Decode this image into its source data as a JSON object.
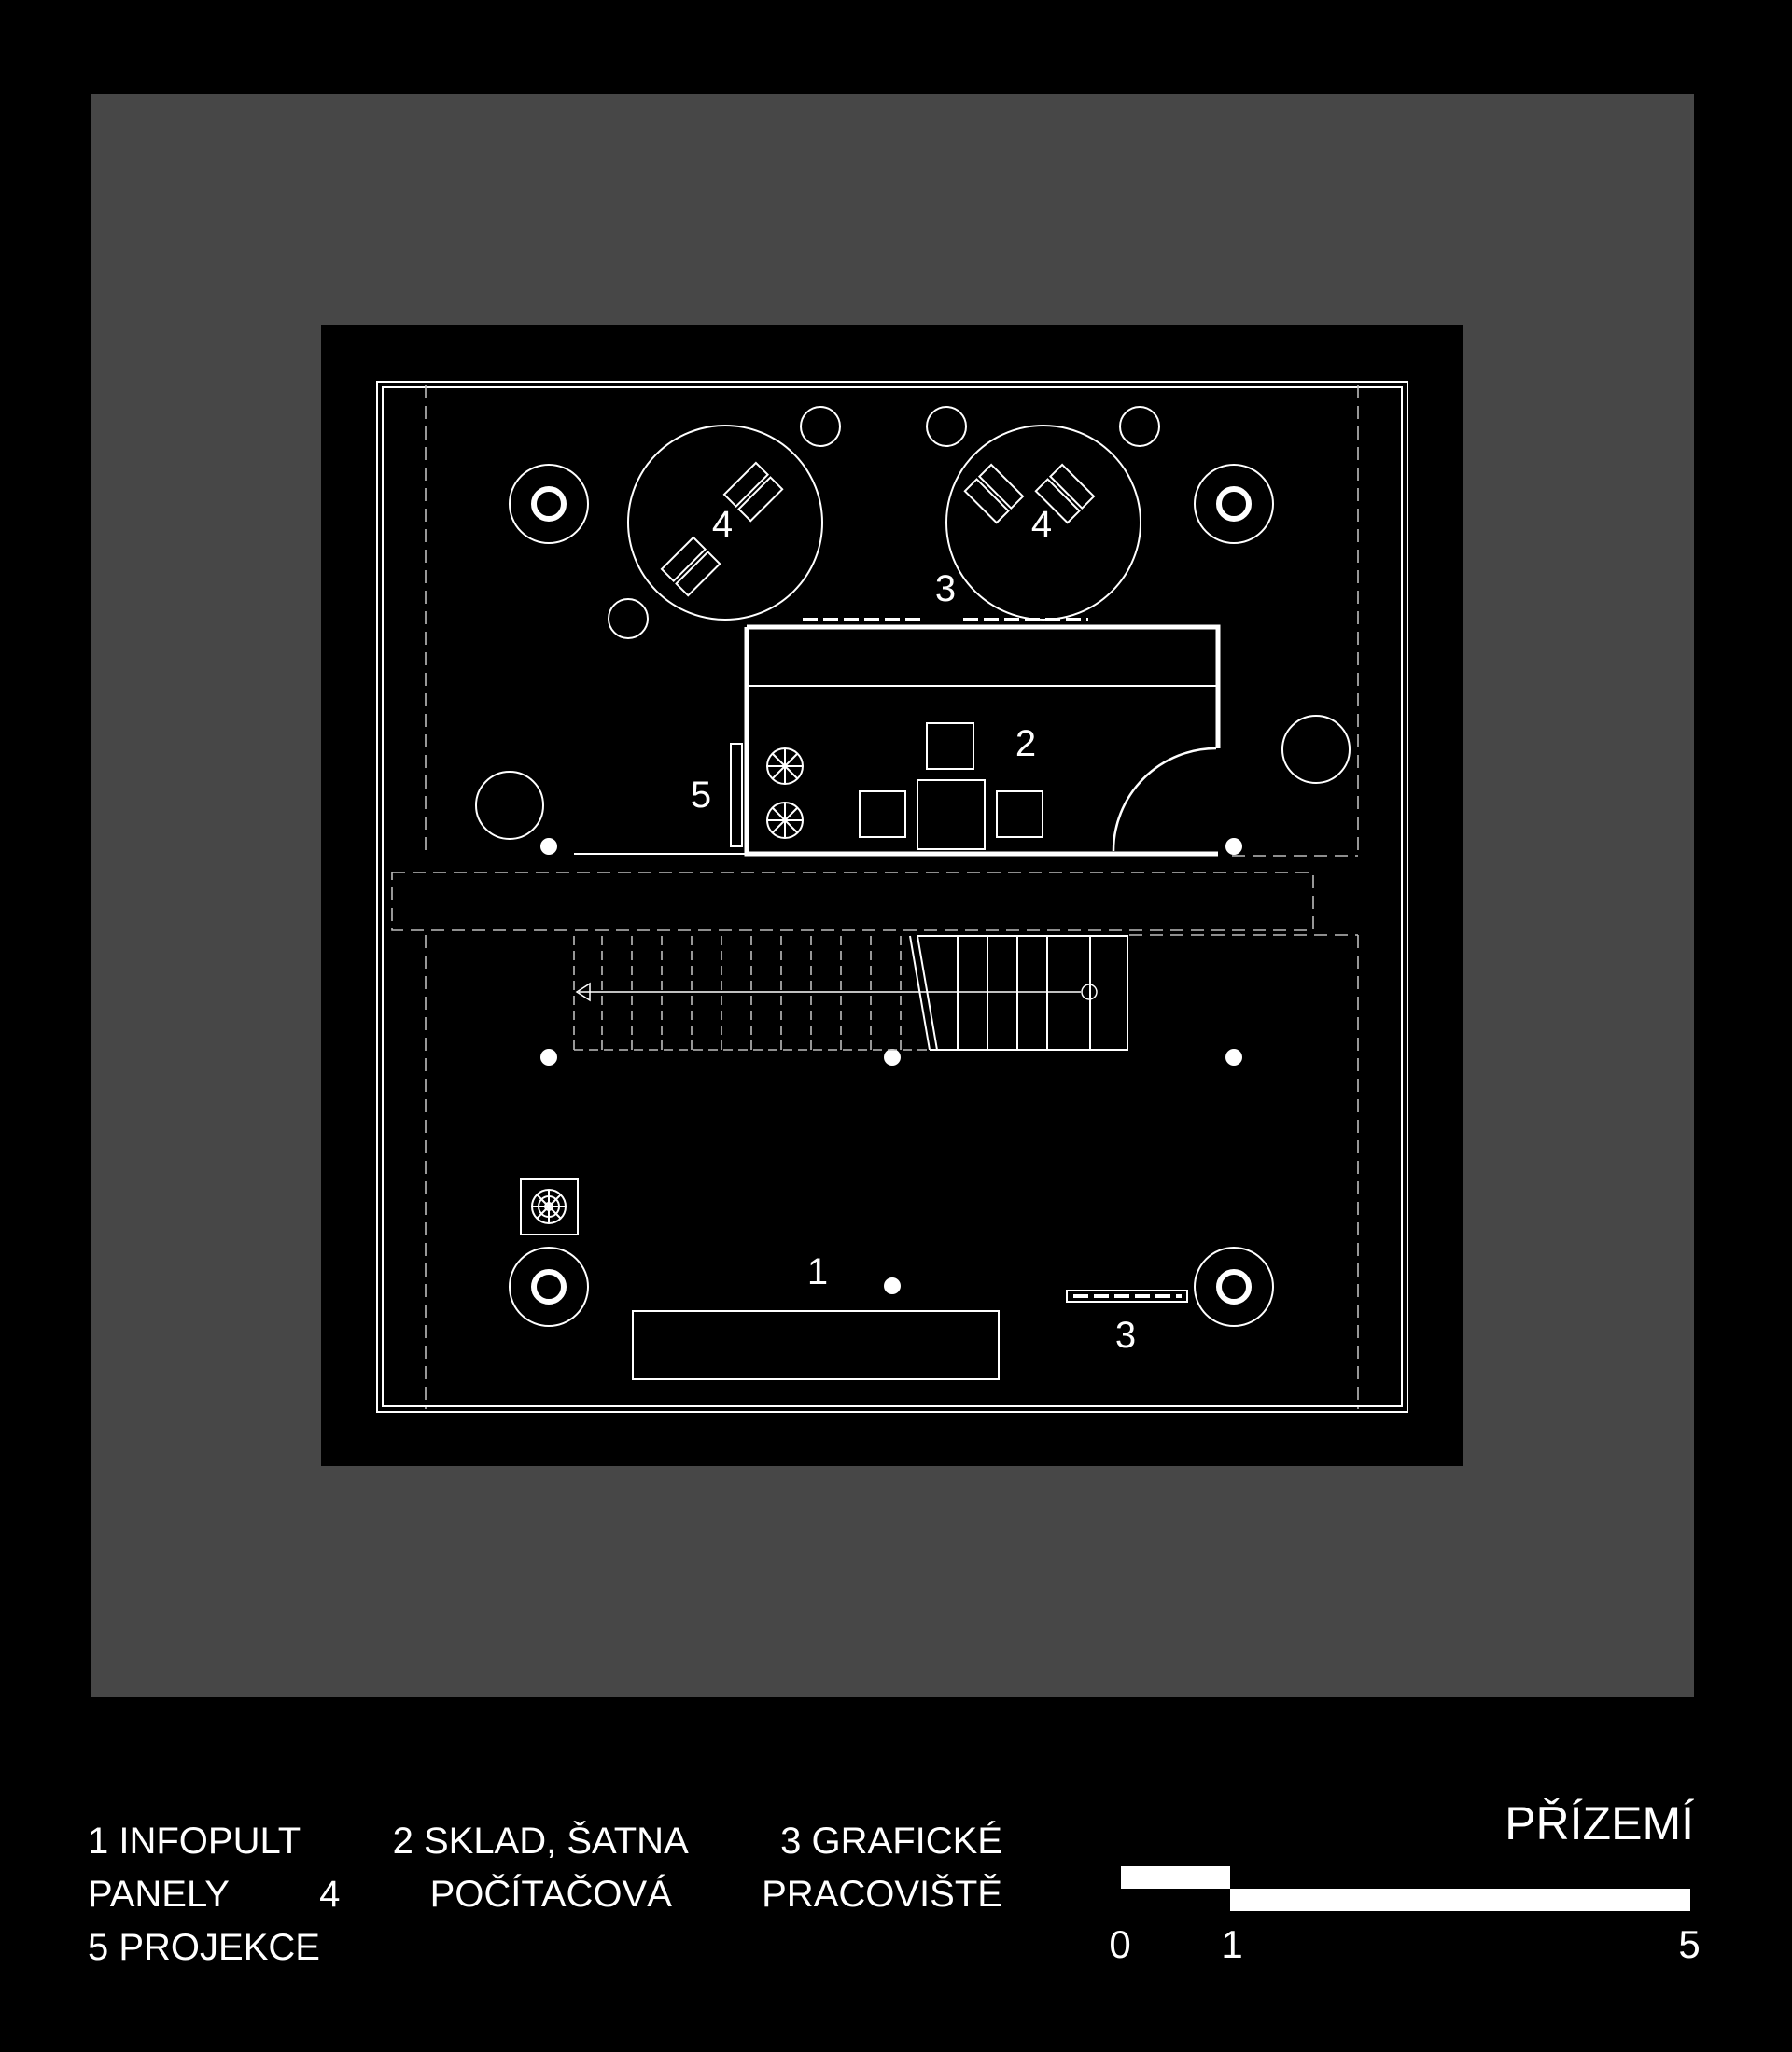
{
  "title": "PŘÍZEMÍ",
  "room_labels": {
    "infopult": "1",
    "sklad": "2",
    "panels_top": "3",
    "panels_bottom": "3",
    "pc_left": "4",
    "pc_right": "4",
    "projekce": "5"
  },
  "legend": {
    "row1": [
      "1  INFOPULT",
      "2  SKLAD, ŠATNA",
      "3  GRAFICKÉ"
    ],
    "row2": [
      "PANELY",
      "4",
      "POČÍTAČOVÁ",
      "PRACOVIŠTĚ"
    ],
    "row3": [
      "5  PROJEKCE"
    ]
  },
  "scale_bar": {
    "ticks": [
      "0",
      "1",
      "5"
    ]
  },
  "colors": {
    "background": "#000000",
    "site": "#474747",
    "line": "#ffffff",
    "dashed": "#bdbdbd"
  }
}
